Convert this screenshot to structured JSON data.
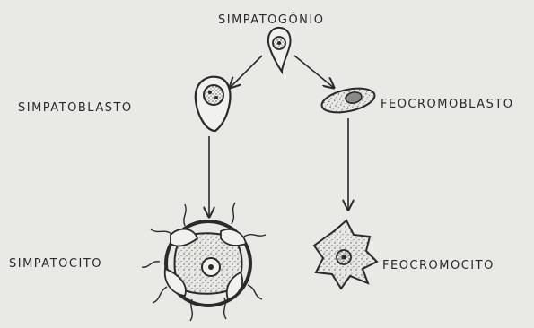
{
  "diagram": {
    "labels": {
      "simpatogonio": "SIMPATOGÔNIO",
      "simpatoblasto": "SIMPATOBLASTO",
      "feocromoblasto": "FEOCROMOBLASTO",
      "simpatocito": "SIMPATOCITO",
      "feocromocito": "FEOCROMOCITO"
    },
    "colors": {
      "paper": "#e9e9e6",
      "ink": "#2a2a2a"
    }
  }
}
